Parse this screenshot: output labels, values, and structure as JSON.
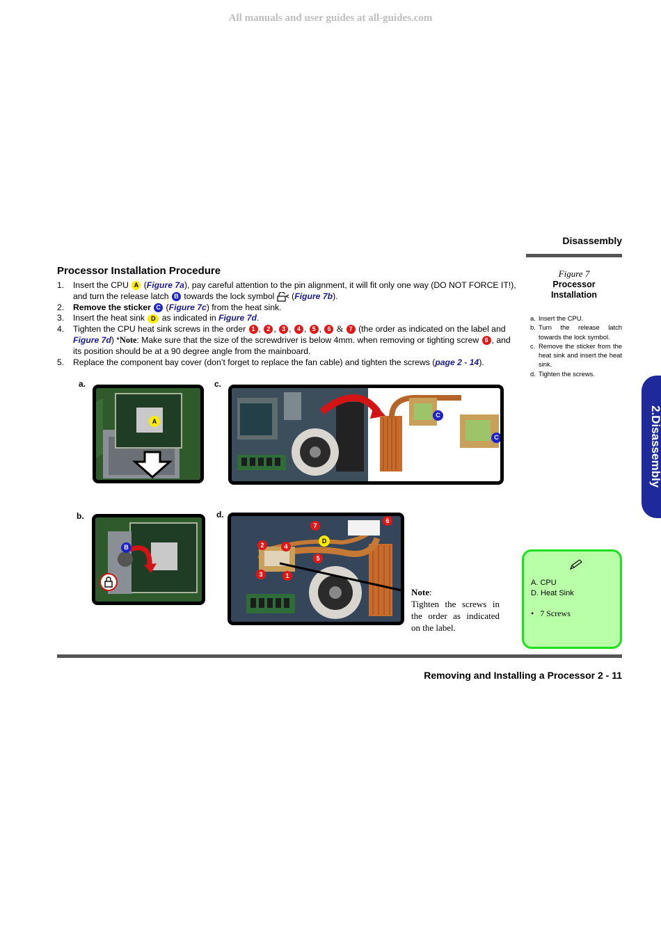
{
  "watermark": "All manuals and user guides at all-guides.com",
  "chapter_header": "Disassembly",
  "section_title": "Processor Installation Procedure",
  "steps": [
    {
      "num": "1.",
      "t1": "Insert the CPU ",
      "b1": "A",
      "t2": " (",
      "l1": "Figure 7a",
      "t3": "), pay careful attention to the pin alignment, it will fit only one way (DO NOT FORCE IT!), and turn the release latch ",
      "b2": "B",
      "t4": " towards the lock symbol ",
      "t5": " (",
      "l2": "Figure 7b",
      "t6": ")."
    },
    {
      "num": "2.",
      "bold": "Remove the sticker ",
      "b1": "C",
      "t1": " (",
      "l1": "Figure 7c",
      "t2": ") from the heat sink."
    },
    {
      "num": "3.",
      "t1": "Insert the heat sink ",
      "b1": "D",
      "t2": " as indicated in ",
      "l1": "Figure 7d",
      "t3": "."
    },
    {
      "num": "4.",
      "t1": "Tighten the CPU heat sink screws in the order ",
      "screws": [
        "1",
        "2",
        "3",
        "4",
        "5",
        "6",
        "7"
      ],
      "amp": "&",
      "t2": " (the order as indicated on the label and ",
      "l1": "Figure 7d",
      "t3": ") *",
      "note": "Note",
      "t4": ": Make sure that the size of the screwdriver is below 4mm. when removing or tighting screw ",
      "b1": "6",
      "t5": ", and its position should be at a 90 degree angle from the mainboard."
    },
    {
      "num": "5.",
      "t1": "Replace the component bay cover (don’t forget to replace the fan cable) and tighten the screws (",
      "l1": "page 2 - 14",
      "t2": ")."
    }
  ],
  "figure": {
    "number": "Figure 7",
    "title_line1": "Processor",
    "title_line2": "Installation",
    "items": [
      {
        "letter": "a.",
        "text": "Insert the CPU."
      },
      {
        "letter": "b.",
        "text": "Turn the release latch towards the lock symbol."
      },
      {
        "letter": "c.",
        "text": "Remove the sticker from the heat sink and insert the heat sink."
      },
      {
        "letter": "d.",
        "text": "Tighten the screws."
      }
    ]
  },
  "side_tab": "2.Disassembly",
  "photo_labels": {
    "a": "a.",
    "b": "b.",
    "c": "c.",
    "d": "d."
  },
  "callouts": {
    "A": "A",
    "B": "B",
    "C": "C",
    "D": "D",
    "s1": "1",
    "s2": "2",
    "s3": "3",
    "s4": "4",
    "s5": "5",
    "s6": "6",
    "s7": "7"
  },
  "photo_note": {
    "title": "Note",
    "colon": ":",
    "text": "Tighten the screws in the order as indicated on the label."
  },
  "note_box": {
    "line1": "A.  CPU",
    "line2": "D.  Heat Sink",
    "bullet": "•",
    "bullet_text": "7 Screws"
  },
  "footer": "Removing and Installing a Processor  2  -  11",
  "colors": {
    "rule": "#555555",
    "tab": "#1f2a9a",
    "note_bg": "#b9ffa8",
    "note_border": "#1fe01f",
    "link": "#1a1a8c"
  }
}
